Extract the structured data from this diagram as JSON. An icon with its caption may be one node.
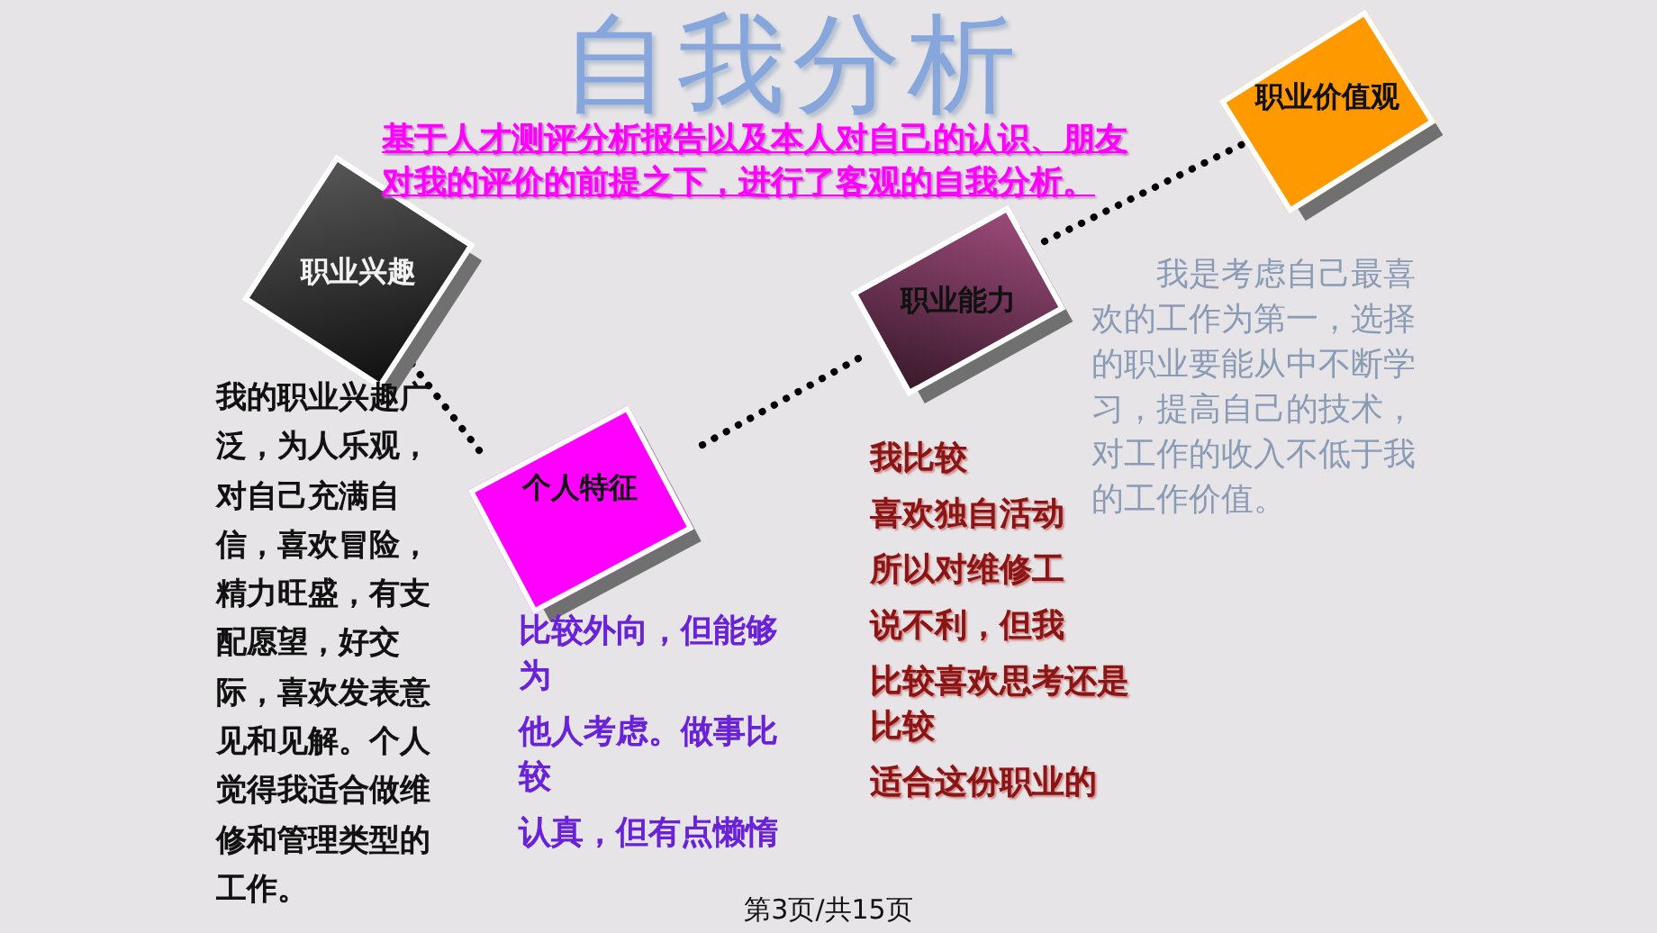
{
  "diagram": {
    "title": "自我分析",
    "nodes": [
      {
        "text": [
          "职业兴趣"
        ],
        "beside": [
          "我的职业兴趣广泛，为人乐观，对自己充满自信，喜欢冒险，精力旺盛，有支配愿望，好交际，喜欢发表意见和见解。个人觉得我适合做维修和管理类型的工作。"
        ]
      },
      {
        "text": [
          "个人特征"
        ],
        "beside": [
          "比较外向，但能够为",
          "他人考虑。做事比较",
          "认真，但有点懒惰"
        ]
      },
      {
        "text": [
          "职业能力"
        ],
        "beside": [
          "我比较",
          "喜欢独自活动",
          "所以对维修工",
          "说不利，但我",
          "比较喜欢思考还是比较",
          "适合这份职业的"
        ]
      },
      {
        "text": [
          "职业价值观"
        ]
      }
    ],
    "edges": [
      {
        "from": 0,
        "to": 1,
        "arrow": "none",
        "style": "dashed"
      },
      {
        "from": 1,
        "to": 2,
        "arrow": "none",
        "style": "dashed"
      },
      {
        "from": 2,
        "to": 3,
        "arrow": "none",
        "style": "dashed"
      }
    ],
    "labels": [
      "基于人才测评分析报告以及本人对自己的认识、朋友对我的评价的前提之下，进行了客观的自我分析。",
      "我是考虑自己最喜欢的工作为第一，选择的职业要能从中不断学习，提高自己的技术，对工作的收入不低于我的工作价值。",
      "第3页/共15页"
    ]
  }
}
